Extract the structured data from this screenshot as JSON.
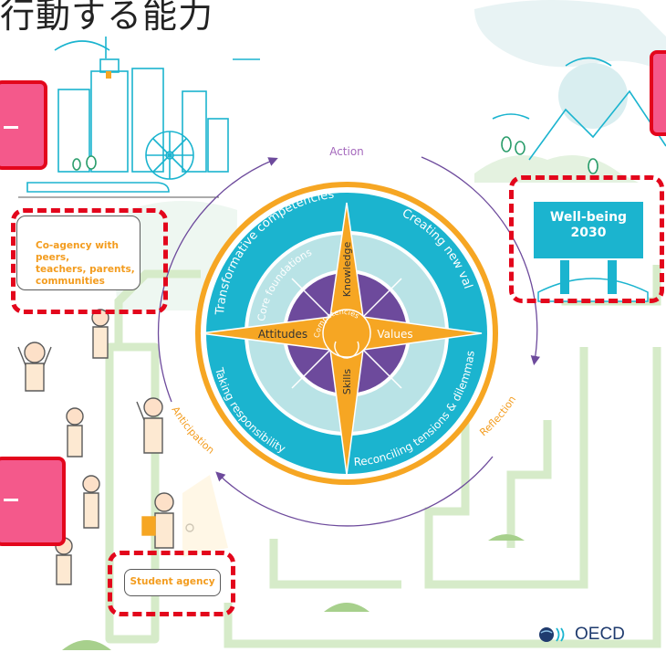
{
  "page": {
    "heading": "行動する能力"
  },
  "diagram": {
    "labels": {
      "action": "Action",
      "reflection": "Reflection",
      "anticipation": "Anticipation",
      "competencies": "Competencies",
      "knowledge": "Knowledge",
      "skills": "Skills",
      "attitudes": "Attitudes",
      "values": "Values",
      "core_foundations": "Core foundations",
      "transformative_competencies": "Transformative competencies",
      "creating_new_value": "Creating new value",
      "reconciling_tensions": "Reconciling tensions & dilemmas",
      "taking_responsibility": "Taking responsibility"
    },
    "callouts": {
      "co_agency": [
        "Co-agency with peers,",
        "teachers, parents,",
        "communities"
      ],
      "student_agency": "Student agency",
      "well_being_line1": "Well-being",
      "well_being_line2": "2030"
    },
    "logo_text": "OECD",
    "colors": {
      "teal": "#1bb4cf",
      "teal_light": "#b9e3e6",
      "purple": "#6d4a9c",
      "orange": "#f6a623",
      "red": "#e3061c",
      "pink": "#f4598b",
      "green_path": "#d6ebc9"
    }
  }
}
